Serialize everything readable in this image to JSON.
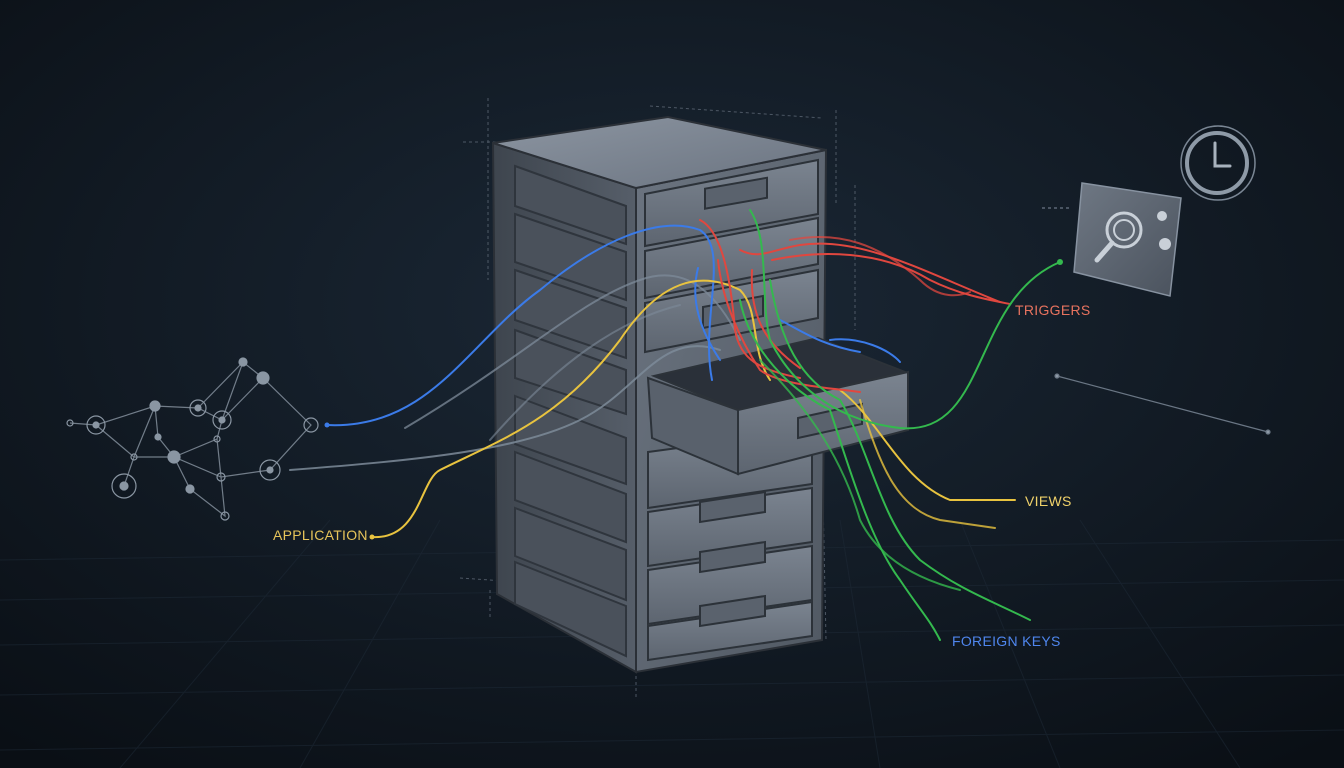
{
  "labels": {
    "application": "APPLICATION",
    "triggers": "TRIGGERS",
    "views": "VIEWS",
    "foreign_keys": "FOREIGN KEYS"
  },
  "colors": {
    "background": "#0d141c",
    "application": "#e6c45a",
    "triggers": "#e8735f",
    "views": "#f0d26a",
    "foreign_keys": "#4f86ee",
    "wire_blue": "#3b7be8",
    "wire_red": "#e0473f",
    "wire_green": "#34b94e",
    "wire_yellow": "#e8c33f",
    "wire_gray": "#7d8b99"
  },
  "icons": {
    "network": "network-graph-icon",
    "cabinet": "filing-cabinet-icon",
    "search": "magnifier-icon",
    "clock": "clock-icon"
  }
}
